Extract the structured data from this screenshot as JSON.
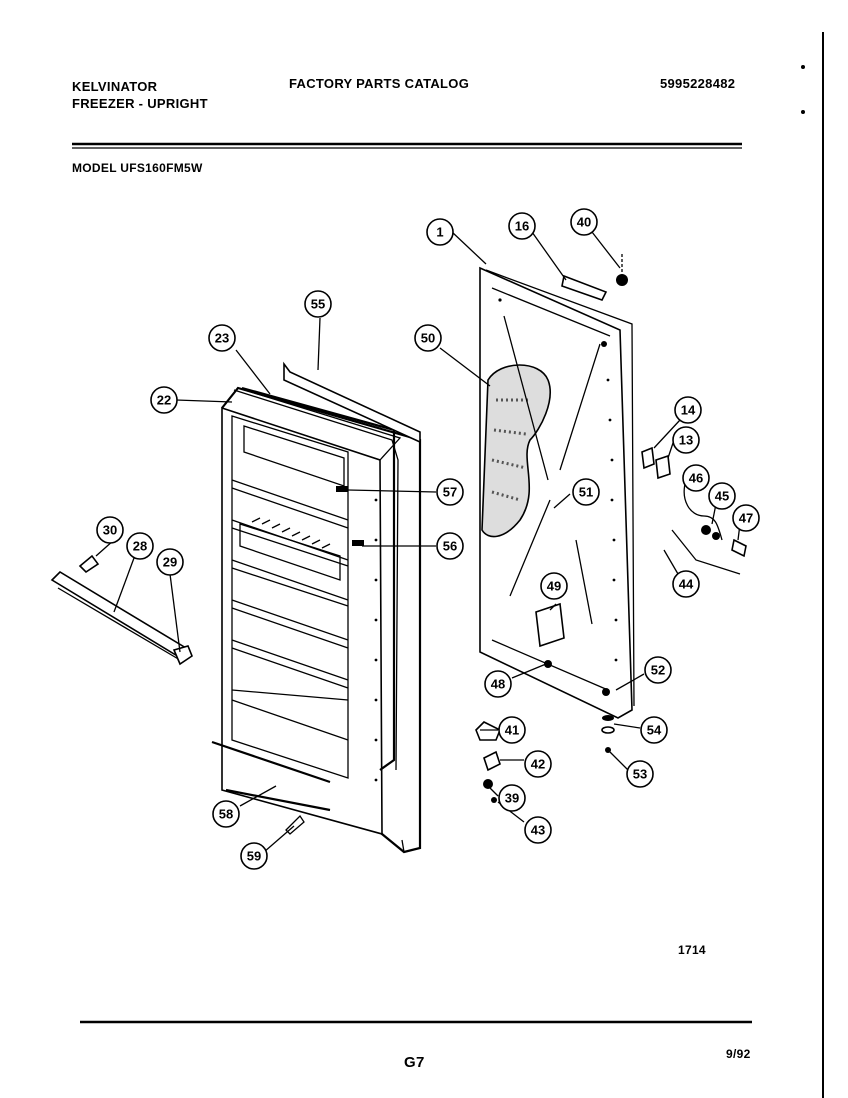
{
  "header": {
    "brand": "KELVINATOR",
    "product": "FREEZER - UPRIGHT",
    "catalog_title": "FACTORY PARTS CATALOG",
    "catalog_number": "5995228482",
    "model_line": "MODEL  UFS160FM5W"
  },
  "diagram": {
    "figure_number": "1714",
    "callouts": [
      "1",
      "16",
      "40",
      "55",
      "23",
      "50",
      "22",
      "14",
      "13",
      "46",
      "45",
      "47",
      "44",
      "57",
      "51",
      "56",
      "30",
      "28",
      "29",
      "49",
      "48",
      "52",
      "41",
      "54",
      "42",
      "53",
      "39",
      "43",
      "58",
      "59"
    ]
  },
  "footer": {
    "page_code": "G7",
    "date": "9/92"
  }
}
